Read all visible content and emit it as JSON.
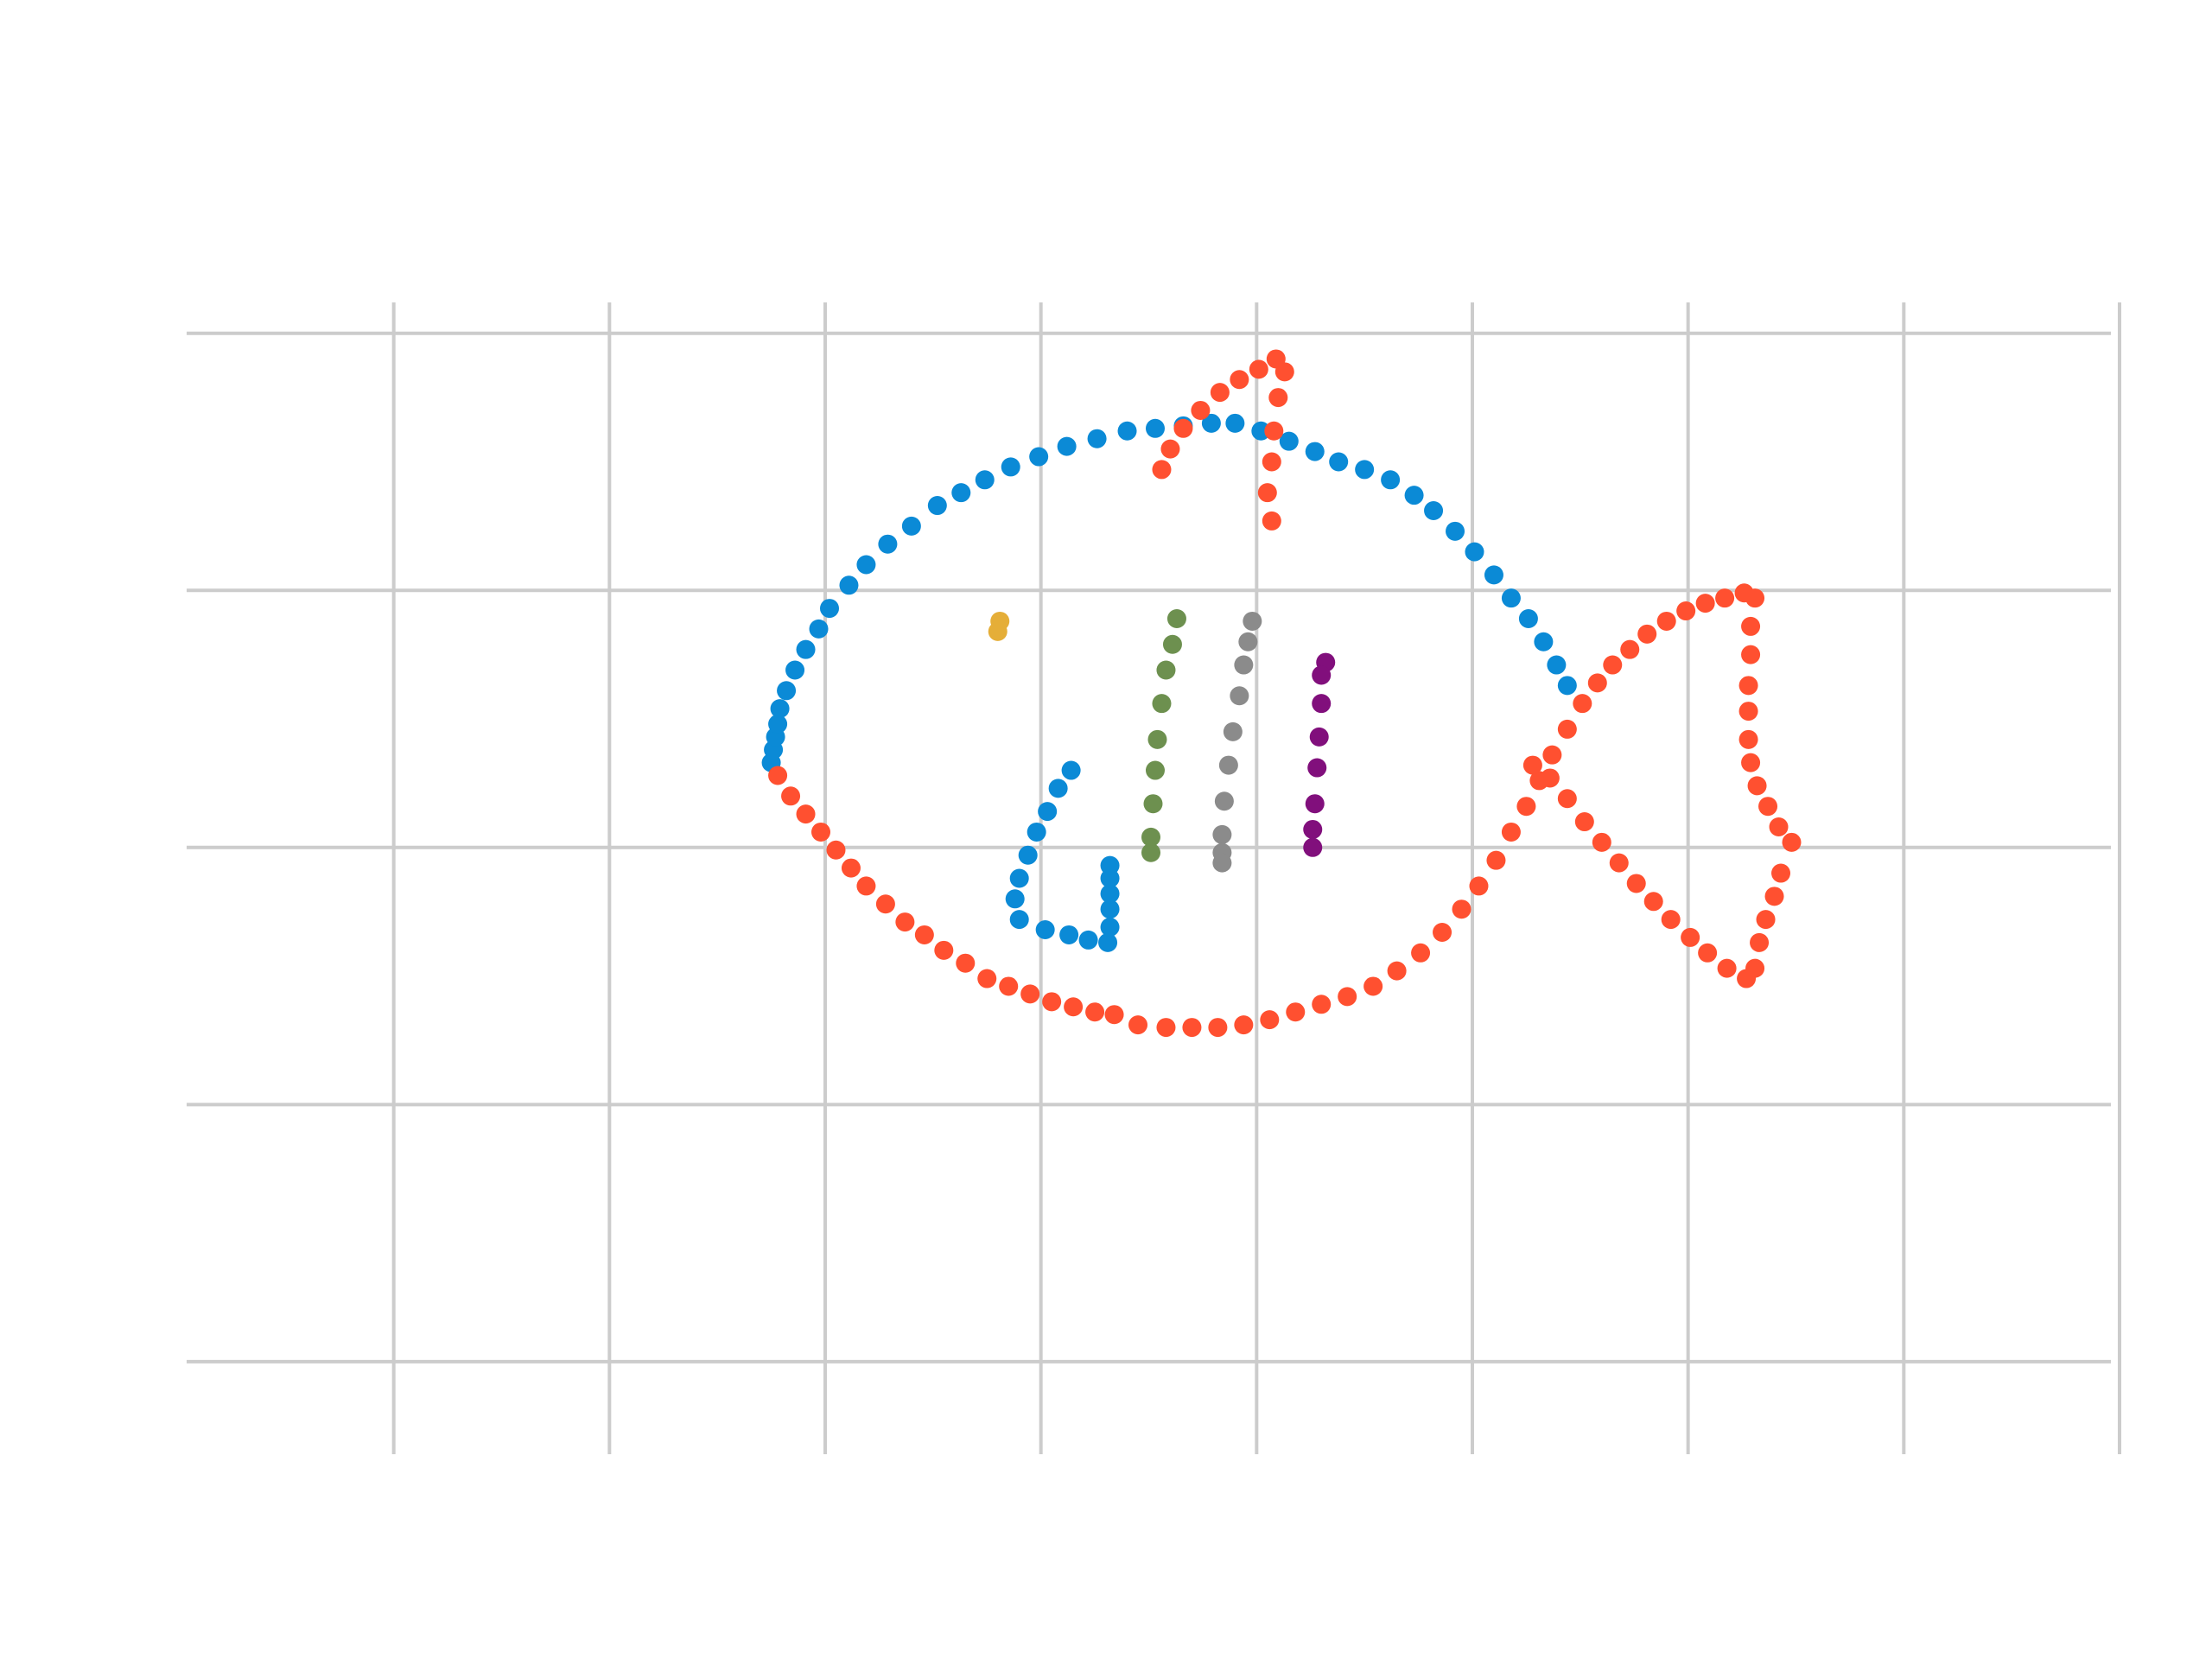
{
  "chart_data": {
    "type": "scatter",
    "title": "",
    "xlabel": "",
    "ylabel": "",
    "x_ticks": [
      -4,
      -3,
      -2,
      -1,
      0,
      1,
      2,
      3,
      4
    ],
    "y_ticks": [
      -2,
      -1,
      0,
      1,
      2
    ],
    "xlim": [
      -4.96,
      3.96
    ],
    "ylim": [
      -2.36,
      2.12
    ],
    "grid": true,
    "axes_visible": false,
    "series": [
      {
        "color": "#0b8ad6",
        "points": [
          [
            -2.25,
            0.33
          ],
          [
            -2.24,
            0.38
          ],
          [
            -2.23,
            0.43
          ],
          [
            -2.22,
            0.48
          ],
          [
            -2.21,
            0.54
          ],
          [
            -2.18,
            0.61
          ],
          [
            -2.14,
            0.69
          ],
          [
            -2.09,
            0.77
          ],
          [
            -2.03,
            0.85
          ],
          [
            -1.98,
            0.93
          ],
          [
            -1.89,
            1.02
          ],
          [
            -1.81,
            1.1
          ],
          [
            -1.71,
            1.18
          ],
          [
            -1.6,
            1.25
          ],
          [
            -1.48,
            1.33
          ],
          [
            -1.37,
            1.38
          ],
          [
            -1.26,
            1.43
          ],
          [
            -1.14,
            1.48
          ],
          [
            -1.01,
            1.52
          ],
          [
            -0.88,
            1.56
          ],
          [
            -0.74,
            1.59
          ],
          [
            -0.6,
            1.62
          ],
          [
            -0.47,
            1.63
          ],
          [
            -0.34,
            1.64
          ],
          [
            -0.21,
            1.65
          ],
          [
            -0.1,
            1.65
          ],
          [
            0.02,
            1.62
          ],
          [
            0.15,
            1.58
          ],
          [
            0.27,
            1.54
          ],
          [
            0.38,
            1.5
          ],
          [
            0.5,
            1.47
          ],
          [
            0.62,
            1.43
          ],
          [
            0.73,
            1.37
          ],
          [
            0.82,
            1.31
          ],
          [
            0.92,
            1.23
          ],
          [
            1.01,
            1.15
          ],
          [
            1.1,
            1.06
          ],
          [
            1.18,
            0.97
          ],
          [
            1.26,
            0.89
          ],
          [
            1.33,
            0.8
          ],
          [
            1.39,
            0.71
          ],
          [
            1.44,
            0.63
          ],
          [
            -0.86,
            0.3
          ],
          [
            -0.92,
            0.23
          ],
          [
            -0.97,
            0.14
          ],
          [
            -1.02,
            0.06
          ],
          [
            -1.06,
            -0.03
          ],
          [
            -1.1,
            -0.12
          ],
          [
            -1.12,
            -0.2
          ],
          [
            -1.1,
            -0.28
          ],
          [
            -0.98,
            -0.32
          ],
          [
            -0.87,
            -0.34
          ],
          [
            -0.78,
            -0.36
          ],
          [
            -0.69,
            -0.37
          ],
          [
            -0.68,
            -0.31
          ],
          [
            -0.68,
            -0.24
          ],
          [
            -0.68,
            -0.18
          ],
          [
            -0.68,
            -0.12
          ],
          [
            -0.68,
            -0.07
          ]
        ]
      },
      {
        "color": "#ff5030",
        "points": [
          [
            -2.22,
            0.28
          ],
          [
            -2.16,
            0.2
          ],
          [
            -2.09,
            0.13
          ],
          [
            -2.02,
            0.06
          ],
          [
            -1.95,
            -0.01
          ],
          [
            -1.88,
            -0.08
          ],
          [
            -1.81,
            -0.15
          ],
          [
            -1.72,
            -0.22
          ],
          [
            -1.63,
            -0.29
          ],
          [
            -1.54,
            -0.34
          ],
          [
            -1.45,
            -0.4
          ],
          [
            -1.35,
            -0.45
          ],
          [
            -1.25,
            -0.51
          ],
          [
            -1.15,
            -0.54
          ],
          [
            -1.05,
            -0.57
          ],
          [
            -0.95,
            -0.6
          ],
          [
            -0.85,
            -0.62
          ],
          [
            -0.75,
            -0.64
          ],
          [
            -0.66,
            -0.65
          ],
          [
            -0.55,
            -0.69
          ],
          [
            -0.42,
            -0.7
          ],
          [
            -0.3,
            -0.7
          ],
          [
            -0.18,
            -0.7
          ],
          [
            -0.06,
            -0.69
          ],
          [
            0.06,
            -0.67
          ],
          [
            0.18,
            -0.64
          ],
          [
            0.3,
            -0.61
          ],
          [
            0.42,
            -0.58
          ],
          [
            0.54,
            -0.54
          ],
          [
            0.65,
            -0.48
          ],
          [
            0.76,
            -0.41
          ],
          [
            0.86,
            -0.33
          ],
          [
            0.95,
            -0.24
          ],
          [
            1.03,
            -0.15
          ],
          [
            1.11,
            -0.05
          ],
          [
            1.18,
            0.06
          ],
          [
            1.25,
            0.16
          ],
          [
            1.31,
            0.26
          ],
          [
            1.37,
            0.36
          ],
          [
            1.44,
            0.46
          ],
          [
            1.51,
            0.56
          ],
          [
            1.58,
            0.64
          ],
          [
            1.65,
            0.71
          ],
          [
            1.73,
            0.77
          ],
          [
            1.81,
            0.83
          ],
          [
            1.9,
            0.88
          ],
          [
            1.99,
            0.92
          ],
          [
            2.08,
            0.95
          ],
          [
            2.17,
            0.97
          ],
          [
            2.26,
            0.99
          ],
          [
            2.31,
            0.97
          ],
          [
            2.29,
            0.86
          ],
          [
            2.29,
            0.75
          ],
          [
            2.28,
            0.63
          ],
          [
            2.28,
            0.53
          ],
          [
            2.28,
            0.42
          ],
          [
            2.29,
            0.33
          ],
          [
            2.32,
            0.24
          ],
          [
            2.37,
            0.16
          ],
          [
            2.42,
            0.08
          ],
          [
            2.48,
            0.02
          ],
          [
            2.43,
            -0.1
          ],
          [
            2.4,
            -0.19
          ],
          [
            2.36,
            -0.28
          ],
          [
            2.33,
            -0.37
          ],
          [
            2.31,
            -0.47
          ],
          [
            2.27,
            -0.51
          ],
          [
            2.18,
            -0.47
          ],
          [
            2.09,
            -0.41
          ],
          [
            2.01,
            -0.35
          ],
          [
            1.92,
            -0.28
          ],
          [
            1.84,
            -0.21
          ],
          [
            1.76,
            -0.14
          ],
          [
            1.68,
            -0.06
          ],
          [
            1.6,
            0.02
          ],
          [
            1.52,
            0.1
          ],
          [
            1.44,
            0.19
          ],
          [
            1.36,
            0.27
          ],
          [
            1.28,
            0.32
          ],
          [
            -0.44,
            1.47
          ],
          [
            -0.4,
            1.55
          ],
          [
            -0.34,
            1.63
          ],
          [
            -0.26,
            1.7
          ],
          [
            -0.17,
            1.77
          ],
          [
            -0.08,
            1.82
          ],
          [
            0.01,
            1.86
          ],
          [
            0.09,
            1.9
          ],
          [
            0.13,
            1.85
          ],
          [
            0.1,
            1.75
          ],
          [
            0.08,
            1.62
          ],
          [
            0.07,
            1.5
          ],
          [
            0.05,
            1.38
          ],
          [
            0.07,
            1.27
          ]
        ]
      },
      {
        "color": "#e5ae38",
        "points": [
          [
            -1.19,
            0.88
          ],
          [
            -1.2,
            0.84
          ]
        ]
      },
      {
        "color": "#6d904f",
        "points": [
          [
            -0.37,
            0.89
          ],
          [
            -0.39,
            0.79
          ],
          [
            -0.42,
            0.69
          ],
          [
            -0.44,
            0.56
          ],
          [
            -0.46,
            0.42
          ],
          [
            -0.47,
            0.3
          ],
          [
            -0.48,
            0.17
          ],
          [
            -0.49,
            0.04
          ],
          [
            -0.49,
            -0.02
          ]
        ]
      },
      {
        "color": "#8b8b8b",
        "points": [
          [
            -0.02,
            0.88
          ],
          [
            -0.04,
            0.8
          ],
          [
            -0.06,
            0.71
          ],
          [
            -0.08,
            0.59
          ],
          [
            -0.11,
            0.45
          ],
          [
            -0.13,
            0.32
          ],
          [
            -0.15,
            0.18
          ],
          [
            -0.16,
            0.05
          ],
          [
            -0.16,
            -0.02
          ],
          [
            -0.16,
            -0.06
          ]
        ]
      },
      {
        "color": "#810f7c",
        "points": [
          [
            0.32,
            0.72
          ],
          [
            0.3,
            0.67
          ],
          [
            0.3,
            0.56
          ],
          [
            0.29,
            0.43
          ],
          [
            0.28,
            0.31
          ],
          [
            0.27,
            0.17
          ],
          [
            0.26,
            0.07
          ],
          [
            0.26,
            0.0
          ]
        ]
      }
    ]
  }
}
